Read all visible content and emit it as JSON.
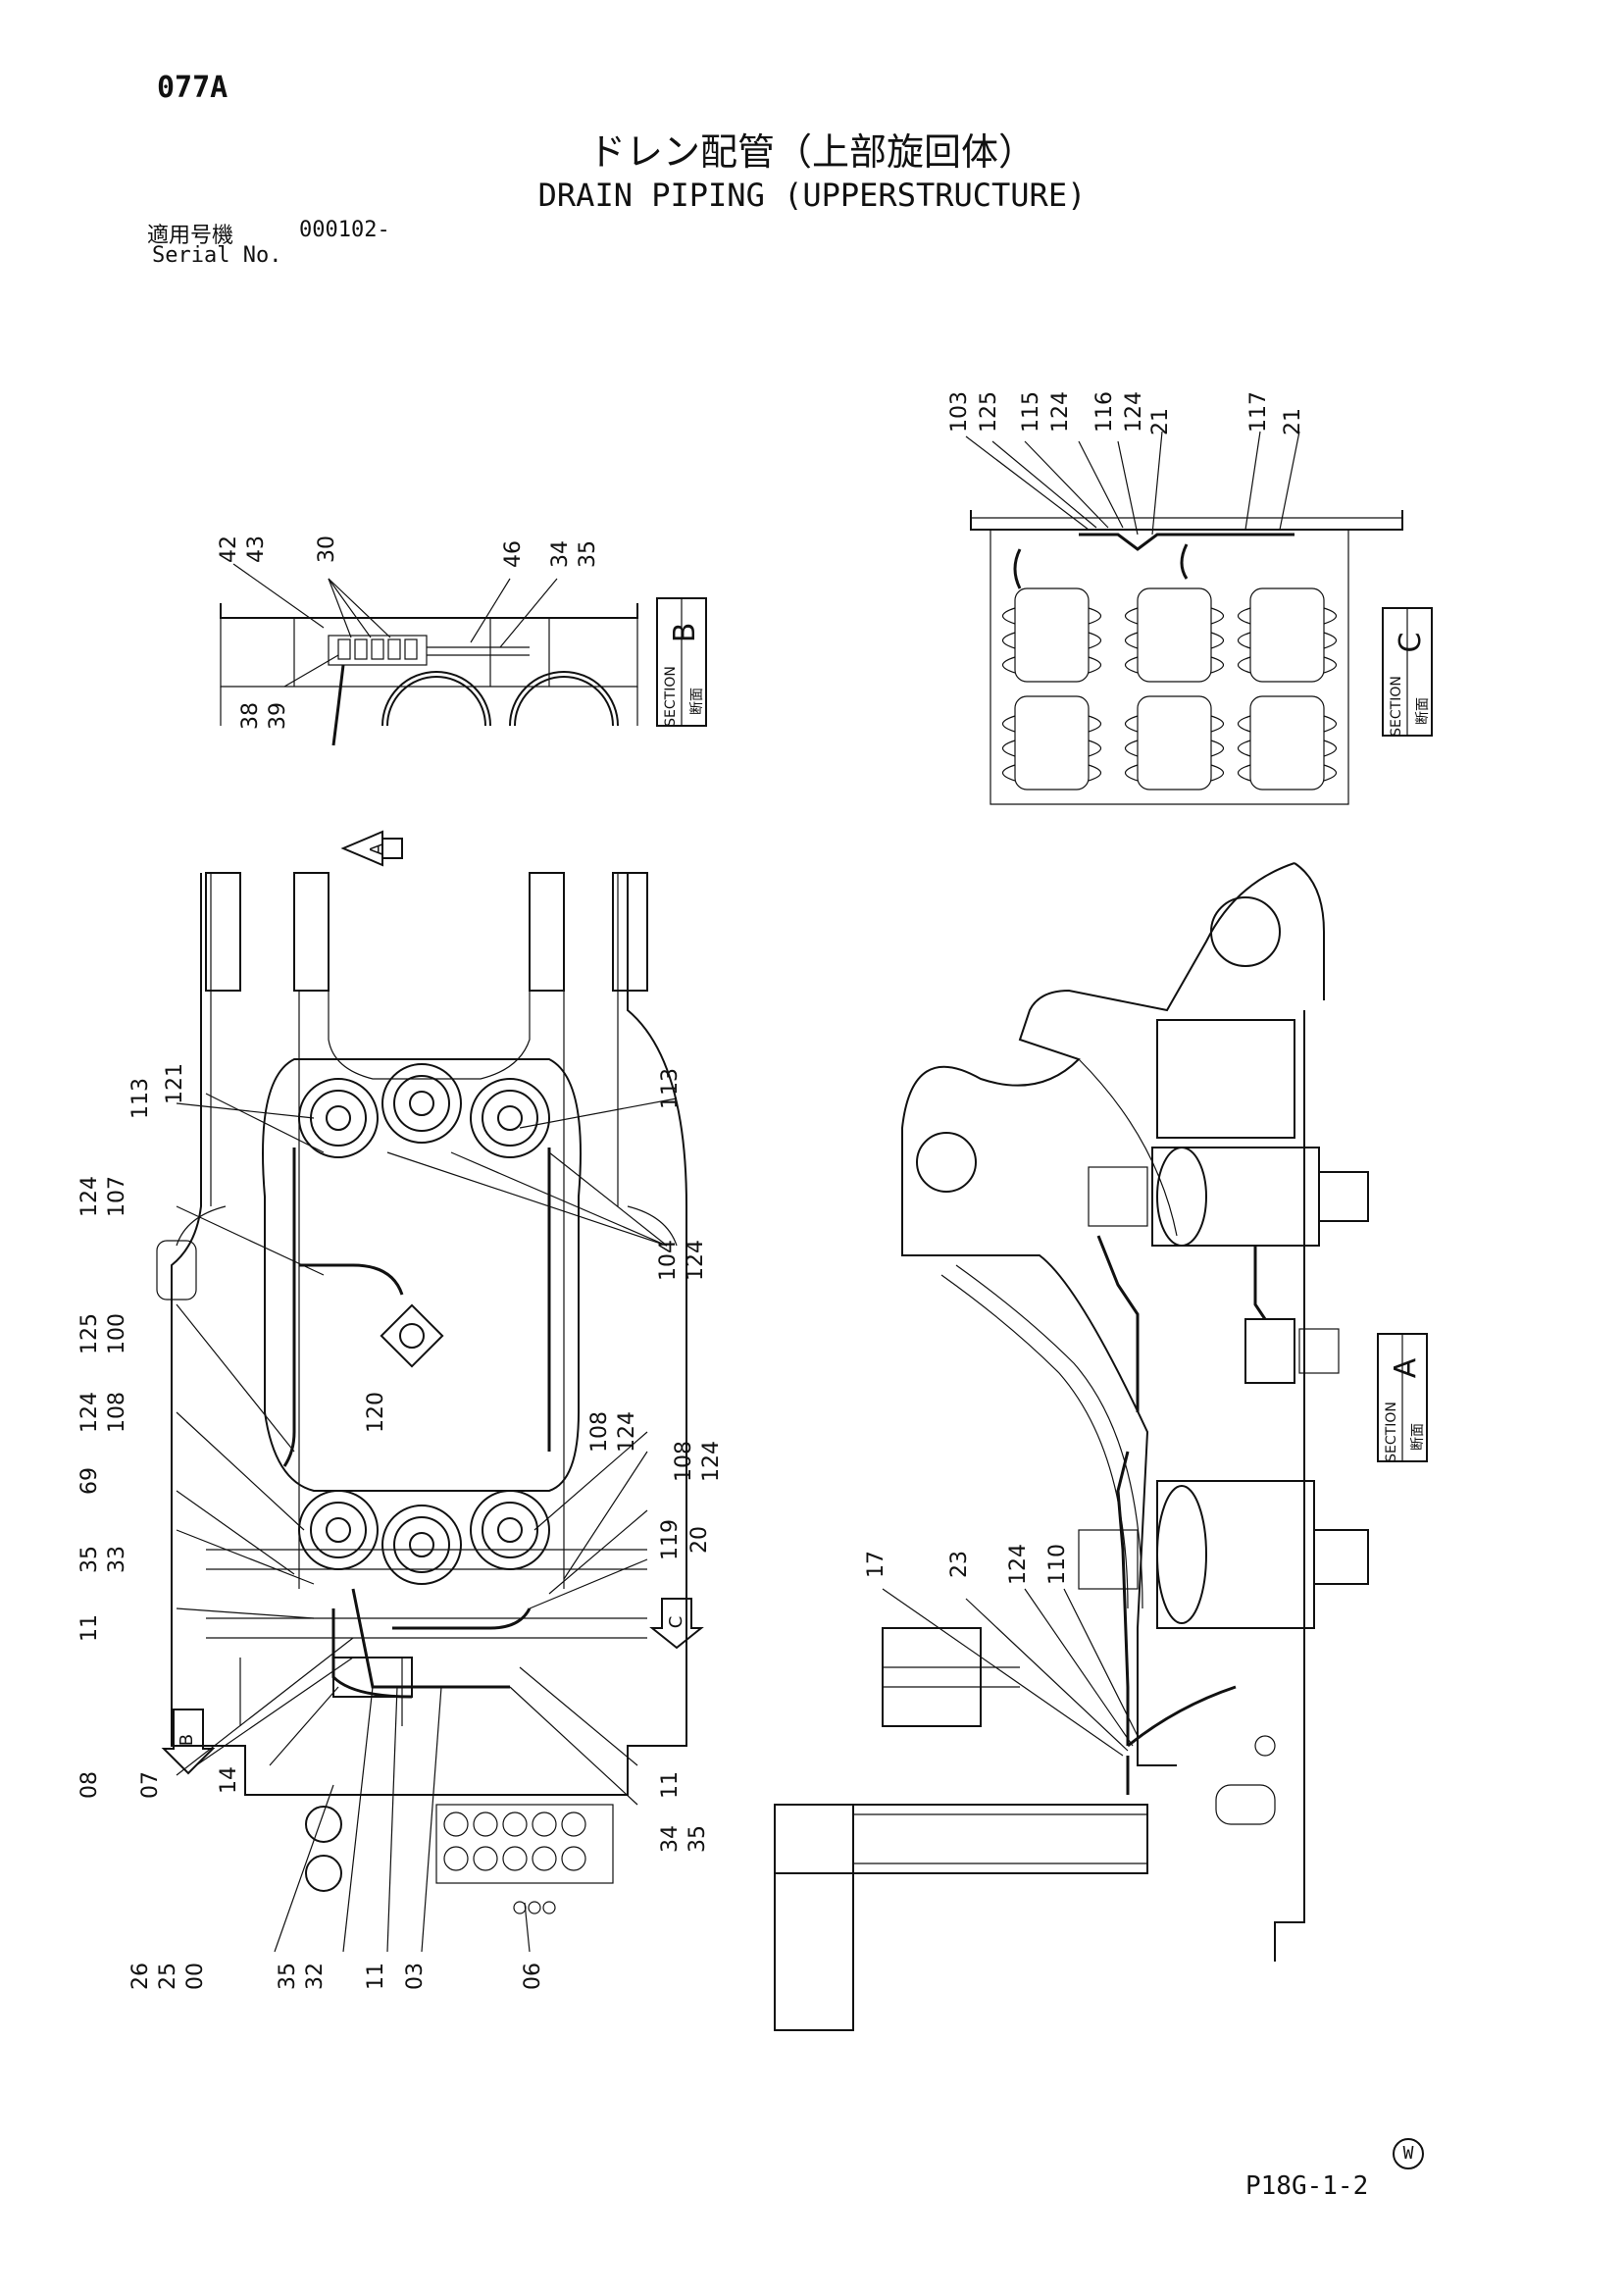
{
  "header": {
    "code": "077A",
    "title_ja": "ドレン配管（上部旋回体）",
    "title_en": "DRAIN PIPING (UPPERSTRUCTURE)",
    "serial_label_ja": "適用号機",
    "serial_value": "000102-",
    "serial_label_en": "Serial No."
  },
  "footer": {
    "page_number": "P18G-1-2",
    "watermark": "W"
  },
  "views": {
    "section_b": {
      "label_ja": "断面",
      "label": "SECTION",
      "letter": "B"
    },
    "section_c": {
      "label_ja": "断面",
      "label": "SECTION",
      "letter": "C"
    },
    "section_a": {
      "label_ja": "断面",
      "label": "SECTION",
      "letter": "A"
    },
    "arrow_a": "A",
    "arrow_b": "B",
    "arrow_c": "C"
  },
  "callouts": {
    "sec_b": [
      "42",
      "43",
      "30",
      "46",
      "34",
      "35",
      "38",
      "39"
    ],
    "sec_c": [
      "103",
      "125",
      "115",
      "124",
      "116",
      "124",
      "21",
      "117",
      "21"
    ],
    "plan": [
      "113",
      "121",
      "113",
      "124",
      "107",
      "104",
      "124",
      "125",
      "100",
      "124",
      "108",
      "120",
      "108",
      "124",
      "108",
      "124",
      "69",
      "35",
      "33",
      "119",
      "20",
      "11",
      "08",
      "07",
      "14",
      "11",
      "34",
      "35",
      "26",
      "25",
      "00",
      "35",
      "32",
      "11",
      "03",
      "06"
    ],
    "side": [
      "17",
      "23",
      "124",
      "110"
    ]
  }
}
